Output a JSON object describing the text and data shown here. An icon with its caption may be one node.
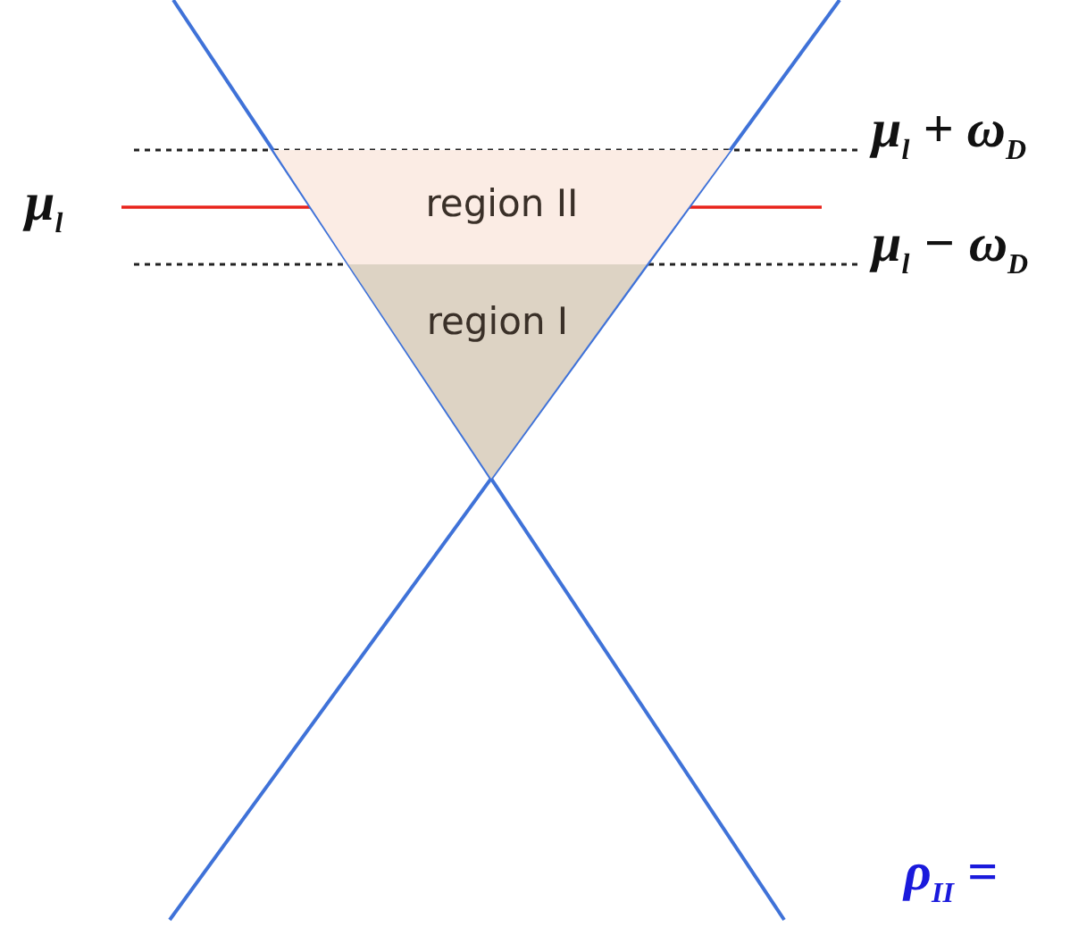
{
  "diagram": {
    "nodes": [
      {
        "text": [
          "region II"
        ]
      },
      {
        "text": [
          "region I"
        ]
      }
    ],
    "edges": [],
    "labels": [
      "μ$_{l}$ + ω$_{D}$",
      "μ$_{l}$",
      "μ$_{l}$ − ω$_{D}$",
      "ρ$_{II}$ ="
    ]
  }
}
